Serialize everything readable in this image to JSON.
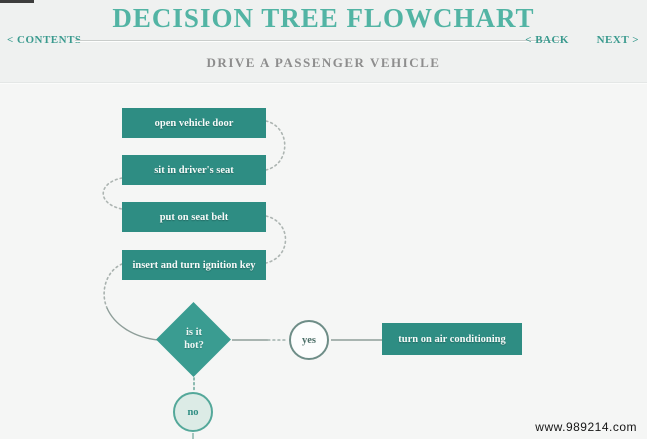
{
  "page": {
    "title": "DECISION TREE FLOWCHART",
    "subtitle": "DRIVE A PASSENGER VEHICLE",
    "watermark": "www.989214.com"
  },
  "nav": {
    "contents_label": "< CONTENTS",
    "back_label": "< BACK",
    "next_label": "NEXT >"
  },
  "flowchart": {
    "steps": [
      "open vehicle door",
      "sit in driver's seat",
      "put on seat belt",
      "insert and turn ignition key"
    ],
    "decision": {
      "line1": "is it",
      "line2": "hot?"
    },
    "yes_label": "yes",
    "no_label": "no",
    "yes_action": "turn on air conditioning"
  },
  "colors": {
    "node_teal": "#2e8d83",
    "diamond_teal": "#3a9c91",
    "title_teal": "#52b4a4",
    "nav_teal": "#3a9a8e",
    "subtitle_gray": "#8d8d8d",
    "no_circle_fill": "#dcebe6",
    "no_circle_border": "#54a89a",
    "yes_circle_border": "#6e8d87",
    "background": "#f5f6f5"
  }
}
